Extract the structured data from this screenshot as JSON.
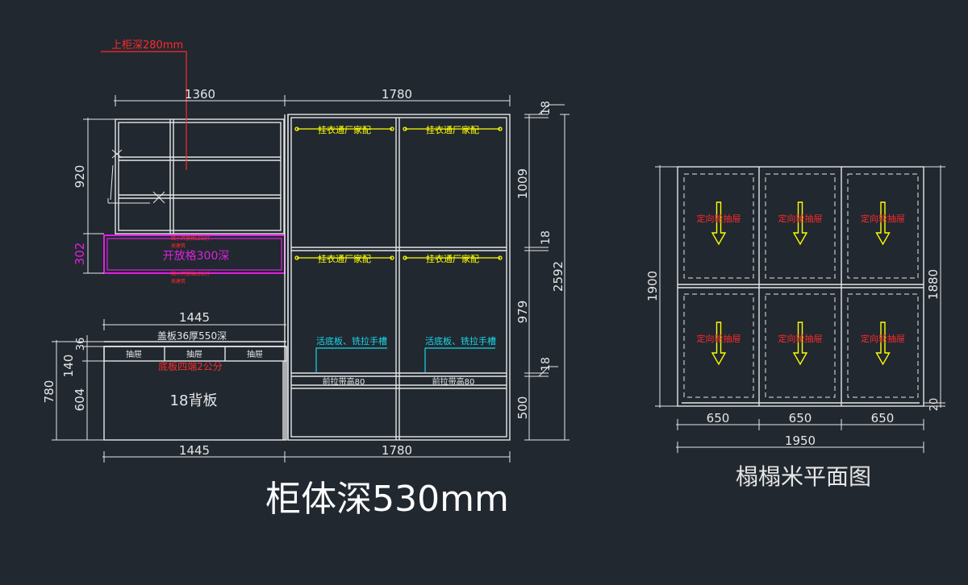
{
  "colors": {
    "background": "#212830",
    "line": "#e6e6e6",
    "annotation_red": "#ff2a2a",
    "magenta": "#e020e0",
    "yellow": "#ffff00",
    "cyan": "#1ad6e6"
  },
  "elevation": {
    "top_dims": {
      "left": "1360",
      "right": "1780"
    },
    "bottom_dims": {
      "left": "1445",
      "right": "1780"
    },
    "upper_depth_label": "上柜深280mm",
    "left_dims": {
      "upper": "920",
      "open": "302",
      "desk_total": "780",
      "desk_top": "36",
      "desk_mid": "140",
      "desk_low": "604"
    },
    "open_shelf_label": "开放格300深",
    "open_shelf_small_note_1": "暗小开放格LED灯",
    "open_shelf_small_note_2": "按建筑",
    "open_shelf_small_note_3": "暗小开放格LED灯",
    "open_shelf_small_note_4": "按建筑",
    "desk_width": "1445",
    "desk_top_label": "盖板36厚550深",
    "drawer_labels": [
      "抽屉",
      "抽屉",
      "抽屉"
    ],
    "base_note": "底板四端2公分",
    "back_panel_label": "18背板",
    "hanger_label": "挂衣通厂家配",
    "pull_shelf_label": "活底板、铣拉手槽",
    "front_pull_label": "前拉带高80",
    "right_dims": {
      "top": "18",
      "upper": "1009",
      "mid": "18",
      "lower": "979",
      "bottom_mid": "18",
      "base": "500",
      "total": "2592"
    },
    "depth_title": "柜体深530mm"
  },
  "plan": {
    "title": "榻榻米平面图",
    "cell_label": "定向轮抽屉",
    "widths": [
      "650",
      "650",
      "650"
    ],
    "total_width": "1950",
    "left_height": "1900",
    "right_height": "1880",
    "edge_dim": "20"
  }
}
